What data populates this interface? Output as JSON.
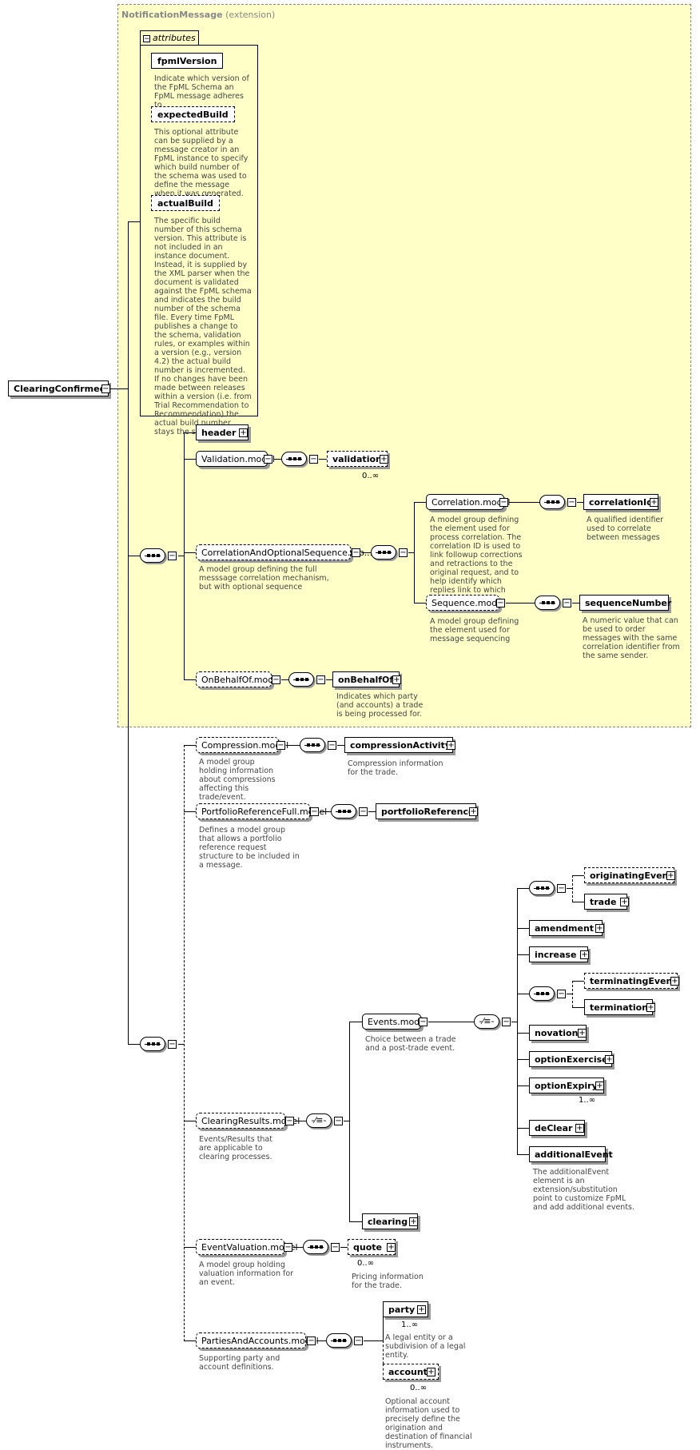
{
  "extension": {
    "name": "NotificationMessage",
    "kind": "(extension)"
  },
  "root": {
    "label": "ClearingConfirmed"
  },
  "attributes": {
    "tab_label": "attributes",
    "items": [
      {
        "name": "fpmlVersion",
        "desc": "Indicate which version of the FpML Schema an FpML message adheres to."
      },
      {
        "name": "expectedBuild",
        "desc": "This optional attribute can be supplied by a message creator in an FpML instance to specify which build number of the schema was used to define the message when it was generated."
      },
      {
        "name": "actualBuild",
        "desc": "The specific build number of this schema version. This attribute is not included in an instance document. Instead, it is supplied by the XML parser when the document is validated against the FpML schema and indicates the build number of the schema file. Every time FpML publishes a change to the schema, validation rules, or examples within a version (e.g., version 4.2) the actual build number is incremented. If no changes have been made between releases within a version (i.e. from Trial Recommendation to Recommendation) the actual build number stays the same."
      }
    ]
  },
  "nodes": {
    "header": "header",
    "validation_model": "Validation.model",
    "validation": "validation",
    "validation_card": "0..∞",
    "corr_opt_seq": "CorrelationAndOptionalSequence.mo...",
    "corr_opt_seq_desc": "A model group defining the full messsage correlation mechanism, but with optional sequence",
    "correlation_model": "Correlation.model",
    "correlation_model_desc": "A model group defining the element used for process correlation. The correlation ID is used to link followup corrections and retractions to the original request, and to help identify which replies link to which requests.",
    "correlation_id": "correlationId",
    "correlation_id_desc": "A qualified identifier used to correlate between messages",
    "sequence_model": "Sequence.model",
    "sequence_model_desc": "A model group defining the element used for message sequencing",
    "sequence_number": "sequenceNumber",
    "sequence_number_desc": "A numeric value that can be used to order messages with the same correlation identifier from the same sender.",
    "on_behalf_of_model": "OnBehalfOf.model",
    "on_behalf_of": "onBehalfOf",
    "on_behalf_of_desc": "Indicates which party (and accounts) a trade is being processed for.",
    "compression_model": "Compression.model",
    "compression_model_desc": "A model group holding information about compressions affecting this trade/event.",
    "compression_activity": "compressionActivity",
    "compression_activity_desc": "Compression information for the trade.",
    "portfolio_ref_full_model": "PortfolioReferenceFull.model",
    "portfolio_ref_full_model_desc": "Defines a model group that allows a portfolio reference request structure to be included in a message.",
    "portfolio_reference": "portfolioReference",
    "clearing_results_model": "ClearingResults.model",
    "clearing_results_model_desc": "Events/Results that are applicable to clearing processes.",
    "events_model": "Events.model",
    "events_model_desc": "Choice between a trade and a post-trade event.",
    "originating_event": "originatingEvent",
    "trade": "trade",
    "amendment": "amendment",
    "increase": "increase",
    "terminating_event": "terminatingEvent",
    "termination": "termination",
    "novation": "novation",
    "option_exercise": "optionExercise",
    "option_expiry": "optionExpiry",
    "option_expiry_card": "1..∞",
    "de_clear": "deClear",
    "additional_event": "additionalEvent",
    "additional_event_desc": "The additionalEvent element is an extension/substitution point to customize FpML and add additional events.",
    "clearing": "clearing",
    "event_valuation_model": "EventValuation.model",
    "event_valuation_model_desc": "A model group holding valuation information for an event.",
    "quote": "quote",
    "quote_card": "0..∞",
    "quote_desc": "Pricing information for the trade.",
    "parties_accounts_model": "PartiesAndAccounts.model",
    "parties_accounts_model_desc": "Supporting party and account definitions.",
    "party": "party",
    "party_card": "1..∞",
    "party_desc": "A legal entity or a subdivision of a legal entity.",
    "account": "account",
    "account_card": "0..∞",
    "account_desc": "Optional account information used to precisely define the origination and destination of financial instruments."
  },
  "colors": {
    "extension_bg": "#ffffc8",
    "line": "#000000",
    "desc_text": "#444444"
  }
}
